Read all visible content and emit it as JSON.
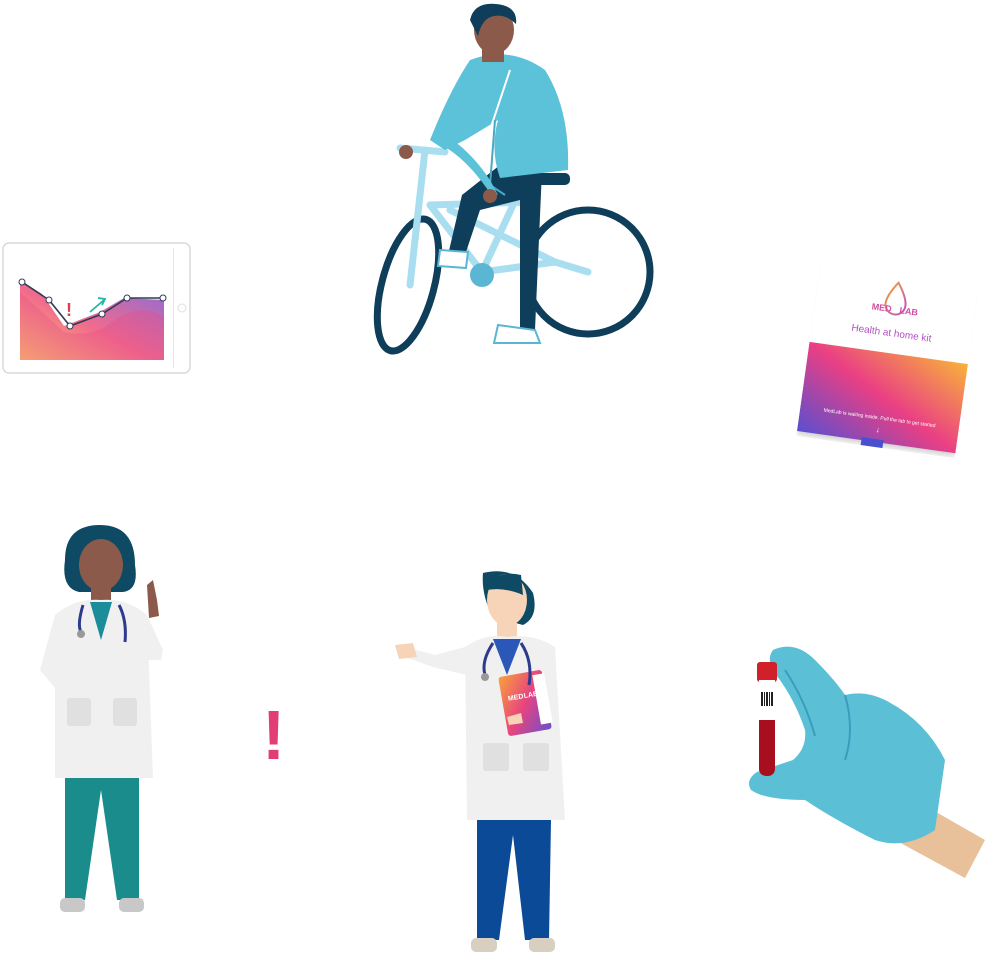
{
  "illustrations": {
    "cyclist": {
      "icon": "cyclist-icon"
    },
    "tablet_chart": {
      "icon": "tablet-chart-icon",
      "alert_mark": "!",
      "line_points": [
        0.92,
        0.72,
        0.38,
        0.48,
        0.62,
        0.62
      ]
    },
    "home_kit": {
      "logo_left": "MED",
      "logo_right": "LAB",
      "title": "Health at home kit",
      "footer_text": "MedLab is waiting inside. Pull the tab to get started",
      "arrow": "↓",
      "colors": {
        "gradient_top": "#f5a623",
        "gradient_mid": "#e8387a",
        "gradient_bottom": "#5a4fcf"
      }
    },
    "doctor_left": {
      "icon": "doctor-pointing-icon"
    },
    "exclamation": {
      "text": "!",
      "color": "#e23d74"
    },
    "doctor_right": {
      "icon": "doctor-presenting-icon",
      "clipboard_logo_left": "MED",
      "clipboard_logo_right": "LAB"
    },
    "gloved_hand": {
      "icon": "gloved-hand-blood-tube-icon"
    }
  }
}
